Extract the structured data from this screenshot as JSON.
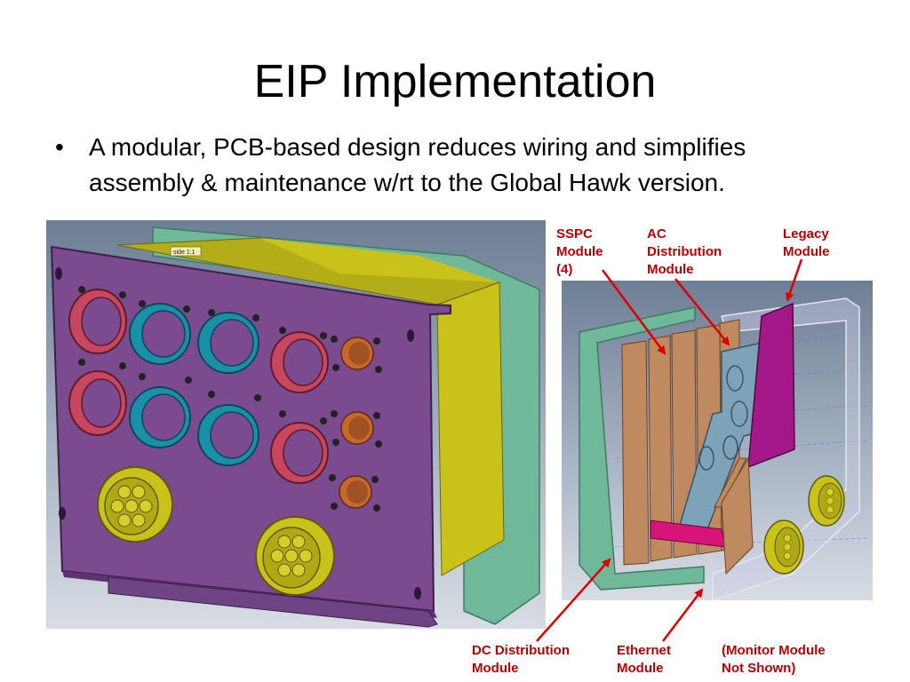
{
  "slide": {
    "title": "EIP Implementation",
    "bullet": "•",
    "bullet_text": "A modular, PCB-based design reduces wiring and simplifies assembly & maintenance w/rt to the Global Hawk version."
  },
  "left_image": {
    "tag_text": "side 1:1"
  },
  "labels": {
    "sspc": "SSPC\nModule\n(4)",
    "ac": "AC\nDistribution\nModule",
    "legacy": "Legacy\nModule",
    "dc": "DC Distribution\nModule",
    "ethernet": "Ethernet\nModule",
    "monitor": "(Monitor Module\nNot Shown)"
  },
  "colors": {
    "label_red": "#c00000",
    "panel_purple": "#7b4a8f",
    "connector_red": "#c8465e",
    "connector_teal": "#1a8fa8",
    "connector_orange": "#c8682e",
    "connector_yellow": "#c9c21a",
    "frame_green": "#6fb89a",
    "pcb_brown": "#c08a60",
    "legacy_magenta": "#a4188a"
  }
}
